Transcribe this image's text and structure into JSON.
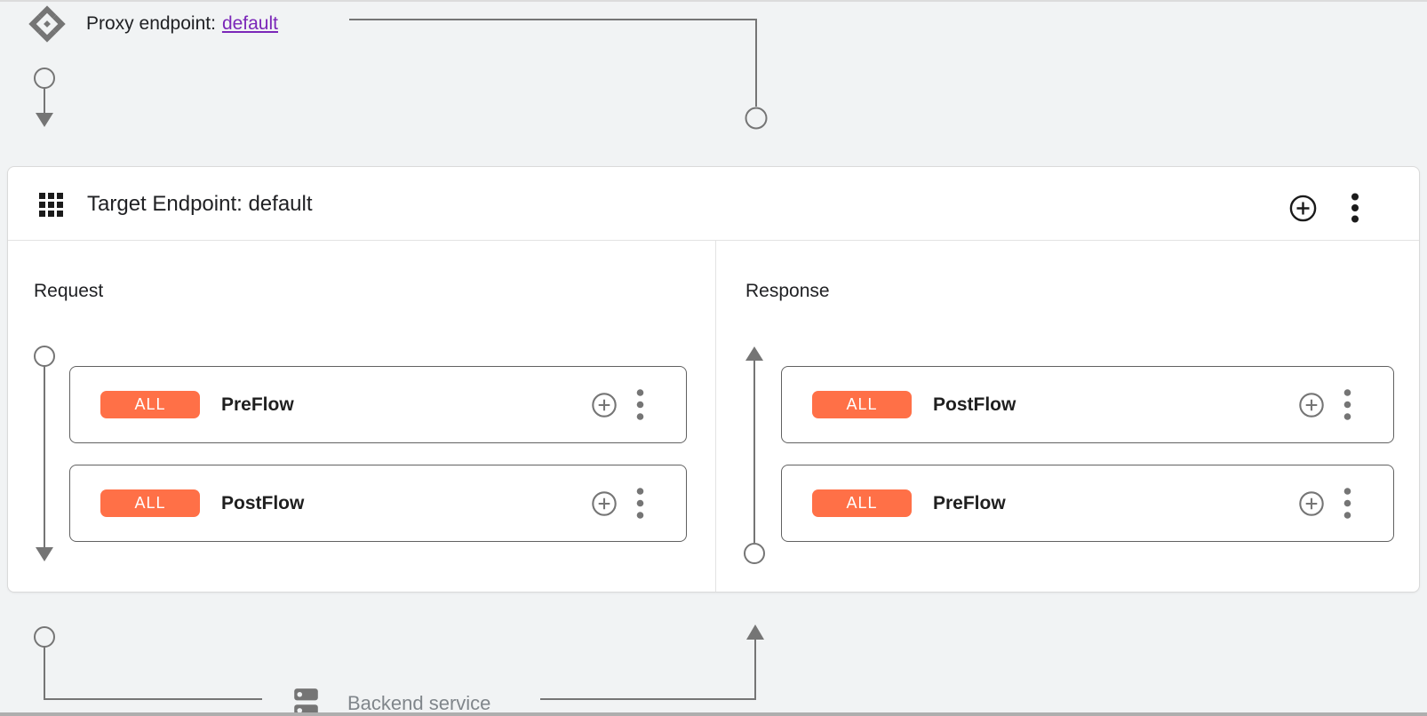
{
  "colors": {
    "background": "#f1f3f4",
    "card_background": "#ffffff",
    "flow_card_border": "#616161",
    "badge_orange": "#ff7047",
    "link_purple": "#7b27b8",
    "connector_gray": "#757575",
    "text_primary": "#202124",
    "text_muted": "#80868b"
  },
  "icons": {
    "proxy": "proxy-endpoint-icon",
    "target_grid": "apps-grid-icon",
    "add": "add-circle-icon",
    "menu": "more-vert-icon",
    "backend": "dns-server-icon"
  },
  "proxy_endpoint": {
    "label": "Proxy endpoint:",
    "link": "default"
  },
  "target_endpoint": {
    "title": "Target Endpoint: default"
  },
  "request_panel": {
    "title": "Request",
    "flows": [
      {
        "badge": "ALL",
        "name": "PreFlow"
      },
      {
        "badge": "ALL",
        "name": "PostFlow"
      }
    ]
  },
  "response_panel": {
    "title": "Response",
    "flows": [
      {
        "badge": "ALL",
        "name": "PostFlow"
      },
      {
        "badge": "ALL",
        "name": "PreFlow"
      }
    ]
  },
  "backend_service": {
    "label": "Backend service"
  }
}
